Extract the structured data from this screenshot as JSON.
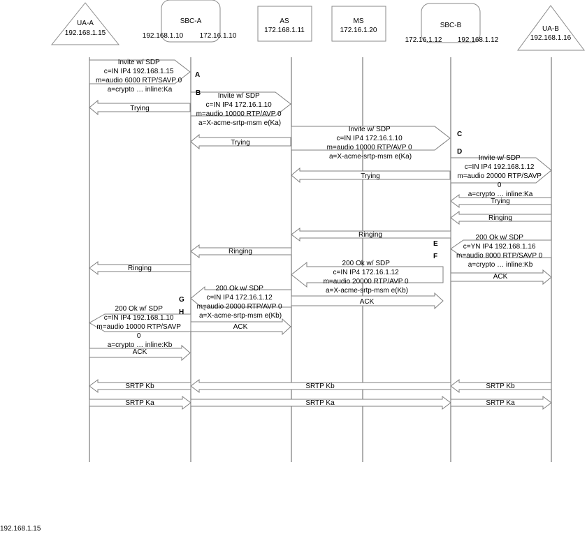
{
  "entities": {
    "ua_a": {
      "name": "UA-A",
      "ip": "192.168.1.15"
    },
    "sbc_a": {
      "name": "SBC-A",
      "ip_left": "192.168.1.10",
      "ip_right": "172.16.1.10"
    },
    "as": {
      "name": "AS",
      "ip": "172.168.1.11"
    },
    "ms": {
      "name": "MS",
      "ip": "172.16.1.20"
    },
    "sbc_b": {
      "name": "SBC-B",
      "ip_left": "172.16.1.12",
      "ip_right": "192.168.1.12"
    },
    "ua_b": {
      "name": "UA-B",
      "ip": "192.168.1.16"
    }
  },
  "markers": [
    "A",
    "B",
    "C",
    "D",
    "E",
    "F",
    "G",
    "H"
  ],
  "messages": {
    "m1": [
      "Invite w/ SDP",
      "c=IN IP4 192.168.1.15",
      "m=audio 6000 RTP/SAVP 0",
      "a=crypto … inline:Ka"
    ],
    "m2": [
      "Invite w/ SDP",
      "c=IN IP4 172.16.1.10",
      "m=audio 10000 RTP/AVP 0",
      "a=X-acme-srtp-msm e(Ka)"
    ],
    "m3": [
      "Invite w/ SDP",
      "c=IN IP4 172.16.1.10",
      "m=audio 10000 RTP/AVP 0",
      "a=X-acme-srtp-msm e(Ka)"
    ],
    "m4": [
      "Invite w/ SDP",
      "c=IN IP4 192.168.1.12",
      "m=audio 20000 RTP/SAVP",
      "0",
      "a=crypto … inline:Ka"
    ],
    "m5": [
      "200 Ok w/ SDP",
      "c=YN IP4 192.168.1.16",
      "m=audio 8000 RTP/SAVP 0",
      "a=crypto … inline:Kb"
    ],
    "m6": [
      "200 Ok w/ SDP",
      "c=IN IP4 172.16.1.12",
      "m=audio 20000 RTP/AVP 0",
      "a=X-acme-srtp-msm e(Kb)"
    ],
    "m7": [
      "200 Ok w/ SDP",
      "c=IN IP4 172.16.1.12",
      "m=audio 20000 RTP/AVP 0",
      "a=X-acme-srtp-msm e(Kb)"
    ],
    "m8": [
      "200 Ok w/ SDP",
      "c=IN IP4 192.168.1.10",
      "m=audio 10000 RTP/SAVP",
      "0",
      "a=crypto … inline:Kb"
    ]
  },
  "short_labels": {
    "trying": "Trying",
    "ringing": "Ringing",
    "ack": "ACK",
    "srtp_kb": "SRTP Kb",
    "srtp_ka": "SRTP Ka"
  },
  "footer_text": "192.168.1.15"
}
